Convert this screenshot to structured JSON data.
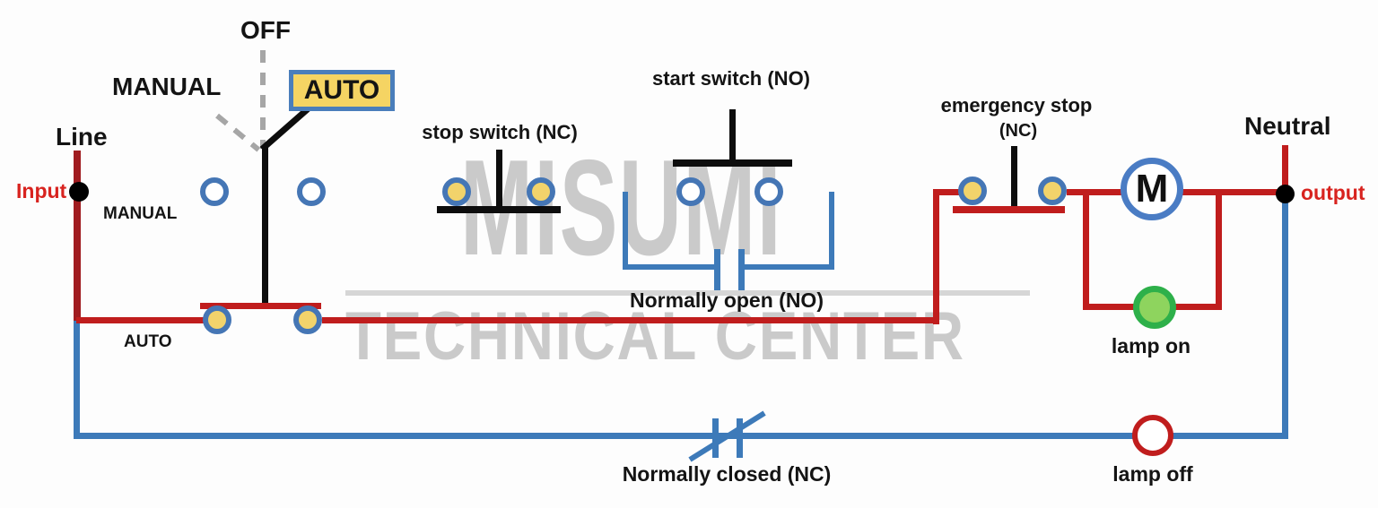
{
  "diagram": {
    "selector": {
      "off": "OFF",
      "manual": "MANUAL",
      "auto": "AUTO"
    },
    "left_rail": {
      "label": "Line",
      "input": "Input"
    },
    "right_rail": {
      "label": "Neutral",
      "output": "output"
    },
    "rows": {
      "manual": "MANUAL",
      "auto": "AUTO"
    },
    "switches": {
      "stop": "stop switch (NC)",
      "start": "start switch (NO)",
      "emergency": "emergency stop",
      "emergency_sub": "(NC)"
    },
    "contacts": {
      "normally_open": "Normally open (NO)",
      "normally_closed": "Normally closed (NC)"
    },
    "loads": {
      "motor": "M",
      "lamp_on": "lamp on",
      "lamp_off": "lamp off"
    }
  },
  "watermark": {
    "line1": "MISUMI",
    "line2": "TECHNICAL CENTER"
  },
  "palette": {
    "wire_blue": "#3d7ab9",
    "wire_red": "#c01d1d",
    "rail_dark_red": "#a01c20",
    "terminal_ring": "#4576b5",
    "terminal_yellow": "#f2d36b",
    "motor_ring": "#4a7cc4",
    "lamp_green_ring": "#2eb04a",
    "lamp_green_fill": "#8ed45e",
    "lamp_off_red": "#c01d1d",
    "watermark_gray": "#cacaca",
    "dash_gray": "#a6a6a6",
    "auto_fill": "#f5d463",
    "auto_border": "#4a7ebb",
    "label_red": "#d8231f"
  }
}
